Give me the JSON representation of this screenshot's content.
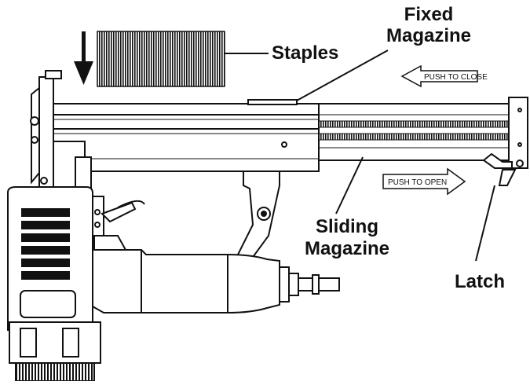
{
  "labels": {
    "staples": "Staples",
    "fixed_magazine_line1": "Fixed",
    "fixed_magazine_line2": "Magazine",
    "sliding_magazine_line1": "Sliding",
    "sliding_magazine_line2": "Magazine",
    "latch": "Latch"
  },
  "arrows": {
    "push_to_close": "PUSH TO CLOSE",
    "push_to_open": "PUSH TO OPEN"
  },
  "colors": {
    "ink": "#111111",
    "background": "#ffffff"
  }
}
